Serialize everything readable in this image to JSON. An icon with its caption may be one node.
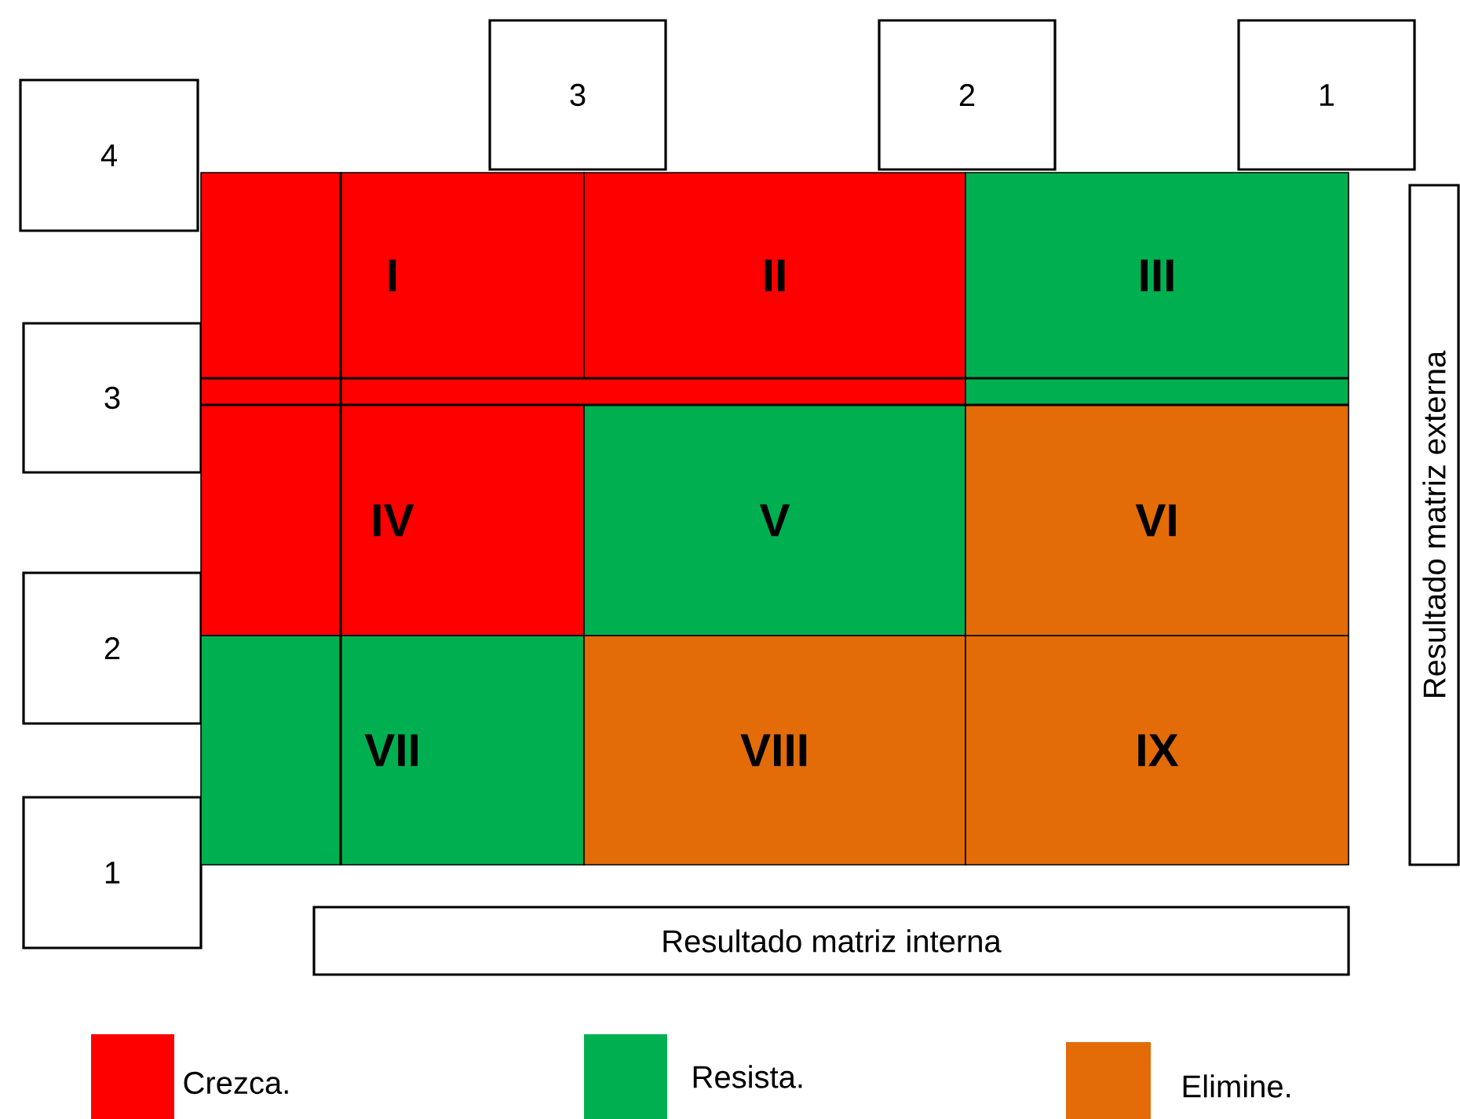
{
  "diagram": {
    "nodes": [
      {
        "text": [
          "3"
        ]
      },
      {
        "text": [
          "2"
        ]
      },
      {
        "text": [
          "1"
        ]
      },
      {
        "text": [
          "4"
        ]
      },
      {
        "text": [
          "3"
        ]
      },
      {
        "text": [
          "2"
        ]
      },
      {
        "text": [
          "1"
        ]
      },
      {
        "text": [
          "I"
        ]
      },
      {
        "text": [
          "II"
        ]
      },
      {
        "text": [
          "III"
        ]
      },
      {
        "text": [
          "IV"
        ]
      },
      {
        "text": [
          "V"
        ]
      },
      {
        "text": [
          "VI"
        ]
      },
      {
        "text": [
          "VII"
        ]
      },
      {
        "text": [
          "VIII"
        ]
      },
      {
        "text": [
          "IX"
        ]
      },
      {
        "text": [
          "Resultado matriz externa"
        ]
      },
      {
        "text": [
          "Resultado matriz interna"
        ]
      },
      {
        "text": [],
        "shape": "bar"
      },
      {
        "text": [],
        "shape": "bar"
      },
      {
        "text": [],
        "shape": "bar"
      },
      {
        "text": [],
        "shape": "bar"
      }
    ],
    "edges": [],
    "legend": [
      {
        "text": "Crezca.",
        "color": "#ff0000"
      },
      {
        "text": "Resista.",
        "color": "#00b050"
      },
      {
        "text": "Elimine.",
        "color": "#e36c09"
      }
    ]
  }
}
